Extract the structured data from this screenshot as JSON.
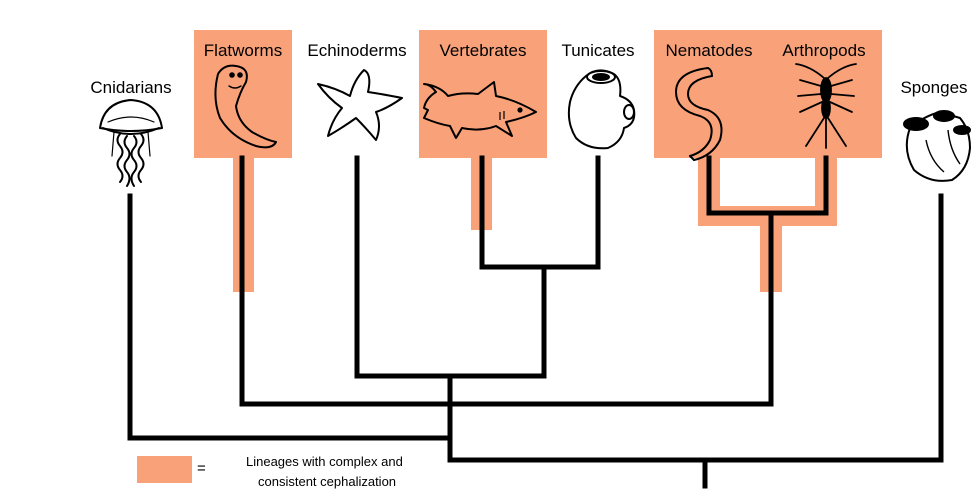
{
  "diagram": {
    "type": "phylogenetic-tree",
    "highlight_color": "#F9A27A",
    "line_color": "#000000",
    "taxa": [
      {
        "id": "cnidarians",
        "label": "Cnidarians",
        "highlighted": false,
        "icon": "jellyfish-icon"
      },
      {
        "id": "flatworms",
        "label": "Flatworms",
        "highlighted": true,
        "icon": "flatworm-icon"
      },
      {
        "id": "echinoderms",
        "label": "Echinoderms",
        "highlighted": false,
        "icon": "starfish-icon"
      },
      {
        "id": "vertebrates",
        "label": "Vertebrates",
        "highlighted": true,
        "icon": "shark-icon"
      },
      {
        "id": "tunicates",
        "label": "Tunicates",
        "highlighted": false,
        "icon": "tunicate-icon"
      },
      {
        "id": "nematodes",
        "label": "Nematodes",
        "highlighted": true,
        "icon": "nematode-icon"
      },
      {
        "id": "arthropods",
        "label": "Arthropods",
        "highlighted": true,
        "icon": "arthropod-icon"
      },
      {
        "id": "sponges",
        "label": "Sponges",
        "highlighted": false,
        "icon": "sponge-icon"
      }
    ],
    "legend": {
      "symbol": "=",
      "line1": "Lineages with complex and",
      "line2": "consistent cephalization"
    }
  }
}
